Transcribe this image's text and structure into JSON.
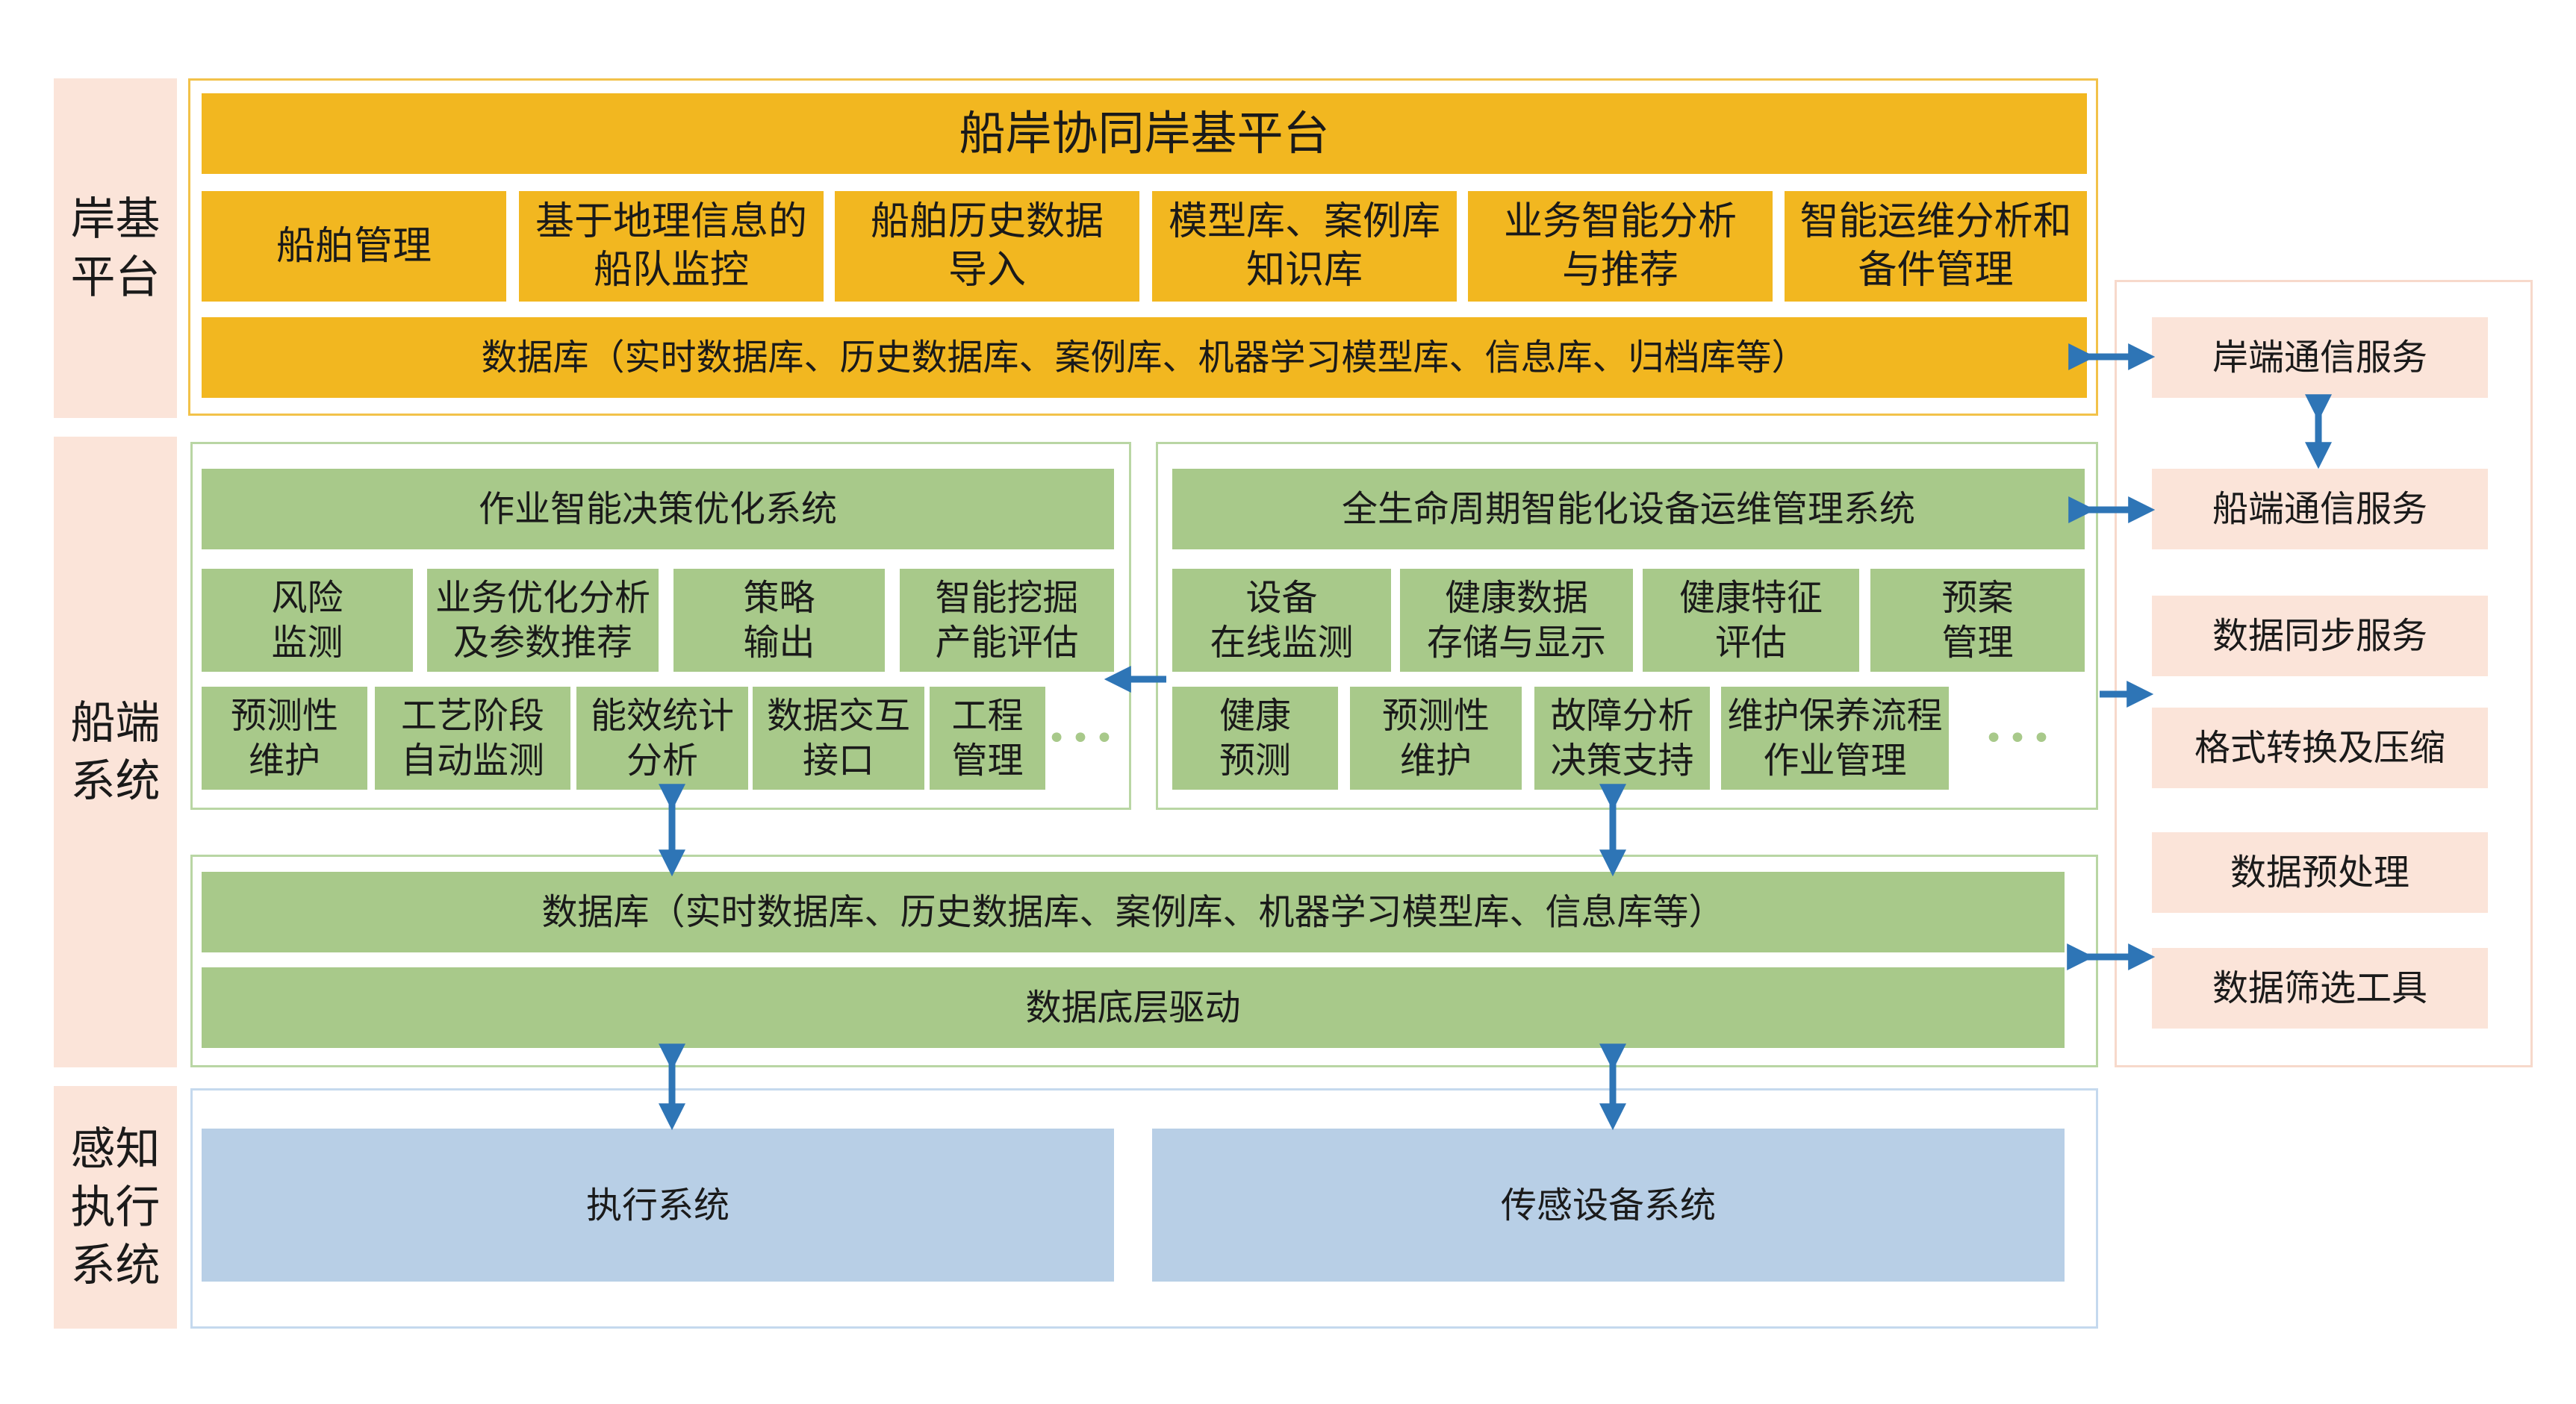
{
  "layers": {
    "shore": "岸基\n平台",
    "ship": "船端\n系统",
    "perception": "感知\n执行\n系统"
  },
  "shore_platform": {
    "title": "船岸协同岸基平台",
    "modules": [
      "船舶管理",
      "基于地理信息的\n船队监控",
      "船舶历史数据\n导入",
      "模型库、案例库\n知识库",
      "业务智能分析\n与推荐",
      "智能运维分析和\n备件管理"
    ],
    "database": "数据库（实时数据库、历史数据库、案例库、机器学习模型库、信息库、归档库等）"
  },
  "ship_system": {
    "left": {
      "title": "作业智能决策优化系统",
      "row1": [
        "风险\n监测",
        "业务优化分析\n及参数推荐",
        "策略\n输出",
        "智能挖掘\n产能评估"
      ],
      "row2": [
        "预测性\n维护",
        "工艺阶段\n自动监测",
        "能效统计\n分析",
        "数据交互\n接口",
        "工程\n管理"
      ],
      "more": "•••"
    },
    "right": {
      "title": "全生命周期智能化设备运维管理系统",
      "row1": [
        "设备\n在线监测",
        "健康数据\n存储与显示",
        "健康特征\n评估",
        "预案\n管理"
      ],
      "row2": [
        "健康\n预测",
        "预测性\n维护",
        "故障分析\n决策支持",
        "维护保养流程\n作业管理"
      ],
      "more": "•••"
    },
    "database": "数据库（实时数据库、历史数据库、案例库、机器学习模型库、信息库等）",
    "driver": "数据底层驱动"
  },
  "perception": {
    "exec": "执行系统",
    "sensor": "传感设备系统"
  },
  "services": [
    "岸端通信服务",
    "船端通信服务",
    "数据同步服务",
    "格式转换及压缩",
    "数据预处理",
    "数据筛选工具"
  ],
  "colors": {
    "orange": "#f2b720",
    "green": "#a8c98a",
    "blue": "#b8cfe6",
    "peach": "#fbe4d9",
    "arrow": "#2e75b6"
  }
}
